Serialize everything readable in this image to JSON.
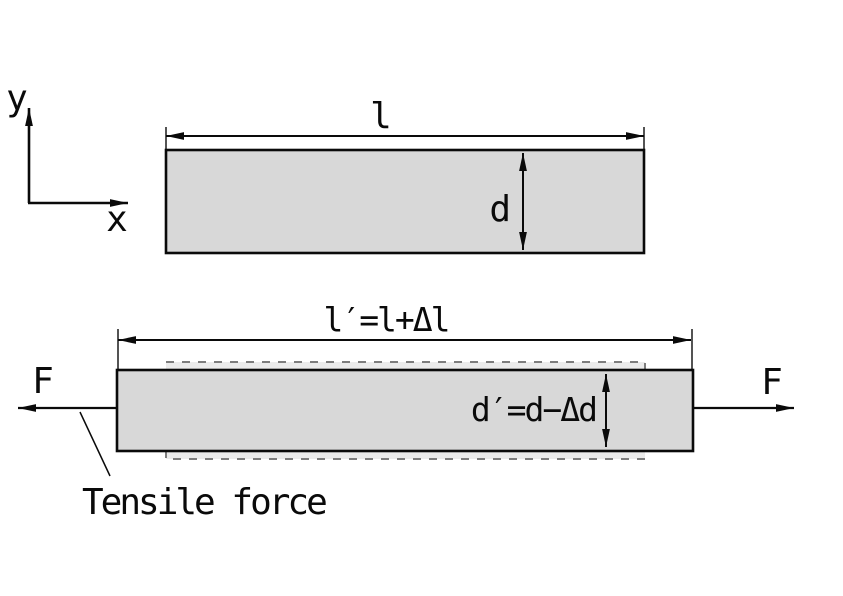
{
  "diagram": {
    "axes": {
      "x_label": "x",
      "y_label": "y"
    },
    "original_bar": {
      "length_label": "l",
      "depth_label": "d"
    },
    "stretched_bar": {
      "length_label": "l′=l+Δl",
      "depth_label": "d′=d−Δd"
    },
    "forces": {
      "left_label": "F",
      "right_label": "F"
    },
    "caption": {
      "tensile_label": "Tensile force"
    },
    "colors": {
      "bar_fill": "#d8d8d8",
      "ghost_fill": "#ebebeb",
      "ghost_stroke": "#7d7d7d",
      "line": "#0a0a0a",
      "background": "#ffffff"
    }
  }
}
